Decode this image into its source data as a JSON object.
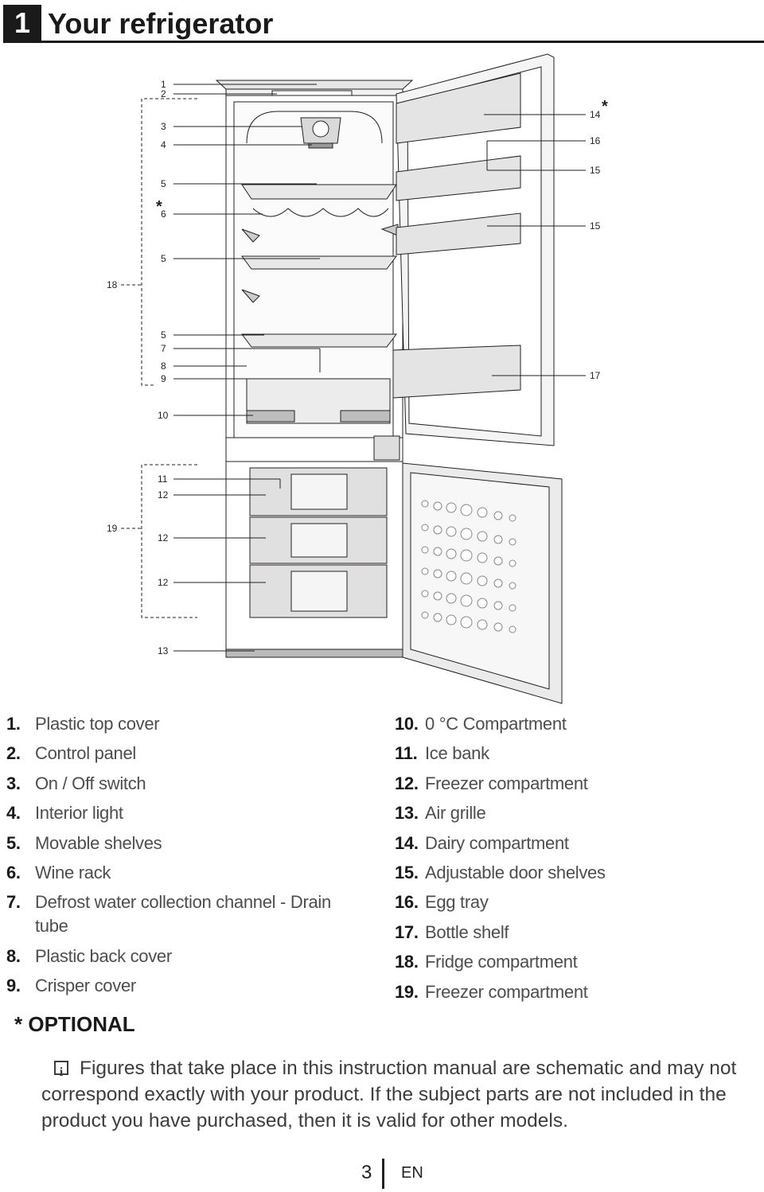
{
  "header": {
    "number": "1",
    "title": "Your refrigerator"
  },
  "diagram": {
    "callouts": [
      "1",
      "2",
      "3",
      "4",
      "5",
      "6",
      "5",
      "18",
      "5",
      "7",
      "8",
      "9",
      "10",
      "11",
      "12",
      "19",
      "12",
      "12",
      "13",
      "14",
      "16",
      "15",
      "15",
      "17"
    ],
    "optional_mark": "*"
  },
  "legend_left": [
    {
      "num": "1.",
      "text": "Plastic top cover"
    },
    {
      "num": "2.",
      "text": "Control panel"
    },
    {
      "num": "3.",
      "text": "On / Off switch"
    },
    {
      "num": "4.",
      "text": "Interior light"
    },
    {
      "num": "5.",
      "text": "Movable shelves"
    },
    {
      "num": "6.",
      "text": "Wine rack"
    },
    {
      "num": "7.",
      "text": "Defrost water collection channel - Drain tube"
    },
    {
      "num": "8.",
      "text": "Plastic back cover"
    },
    {
      "num": "9.",
      "text": "Crisper cover"
    }
  ],
  "legend_right": [
    {
      "num": "10.",
      "text": "0 °C Compartment"
    },
    {
      "num": "11.",
      "text": "Ice bank"
    },
    {
      "num": "12.",
      "text": "Freezer compartment"
    },
    {
      "num": "13.",
      "text": "Air grille"
    },
    {
      "num": "14.",
      "text": "Dairy compartment"
    },
    {
      "num": "15.",
      "text": "Adjustable door shelves"
    },
    {
      "num": "16.",
      "text": "Egg tray"
    },
    {
      "num": "17.",
      "text": "Bottle shelf"
    },
    {
      "num": "18.",
      "text": "Fridge compartment"
    },
    {
      "num": "19.",
      "text": "Freezer compartment"
    }
  ],
  "optional_label": "* OPTIONAL",
  "note": {
    "icon": "info-icon",
    "text": "Figures that take place in this instruction manual are schematic and may not correspond exactly with your product. If the subject parts are not included in the product you have purchased, then it is valid for other models."
  },
  "footer": {
    "page": "3",
    "lang": "EN"
  }
}
